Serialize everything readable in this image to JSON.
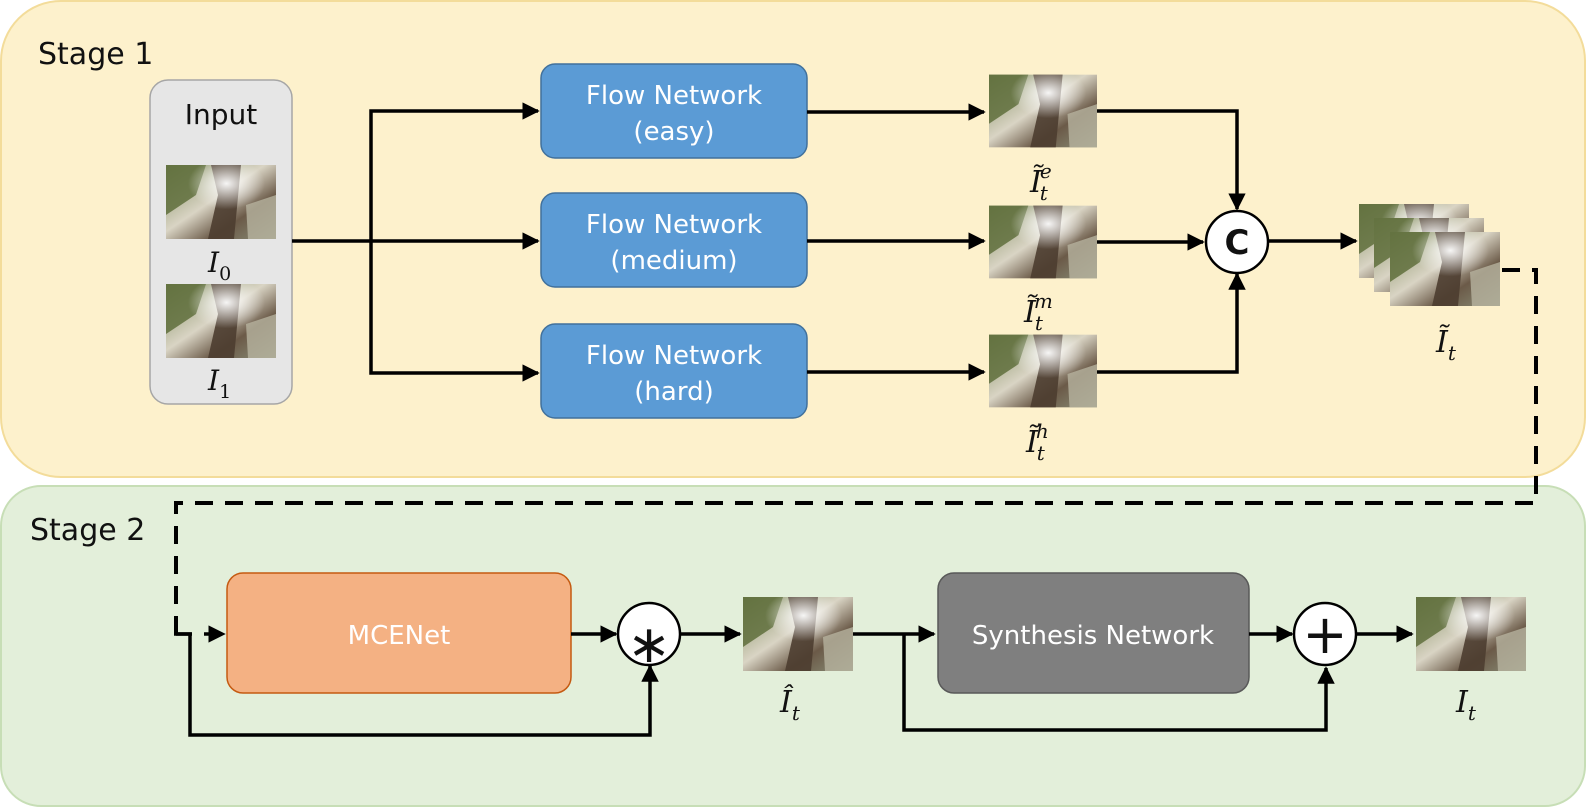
{
  "stages": {
    "stage1": {
      "label": "Stage 1",
      "color": "#fdf1cc",
      "border": "#f3dc9a"
    },
    "stage2": {
      "label": "Stage 2",
      "color": "#e3efda",
      "border": "#c7deb6"
    }
  },
  "input": {
    "title": "Input",
    "frame0": "I",
    "frame0_sub": "0",
    "frame1": "I",
    "frame1_sub": "1"
  },
  "flow_networks": [
    {
      "line1": "Flow Network",
      "line2": "(easy)",
      "out_sup": "e"
    },
    {
      "line1": "Flow Network",
      "line2": "(medium)",
      "out_sup": "m"
    },
    {
      "line1": "Flow Network",
      "line2": "(hard)",
      "out_sup": "h"
    }
  ],
  "concat_op": "C",
  "stacked_output": {
    "base": "Ĩ",
    "sub": "t"
  },
  "mcenet": {
    "label": "MCENet",
    "color": "#f4b183"
  },
  "multiply_op": "∗",
  "masked_output": {
    "base": "Î",
    "sub": "t"
  },
  "synthesis": {
    "label": "Synthesis Network",
    "color": "#7f7f7f"
  },
  "add_op": "+",
  "final_output": {
    "base": "I",
    "sub": "t"
  },
  "colors": {
    "flow_box": "#5b9bd5",
    "flow_border": "#41719c",
    "input_box": "#e6e6e6"
  }
}
